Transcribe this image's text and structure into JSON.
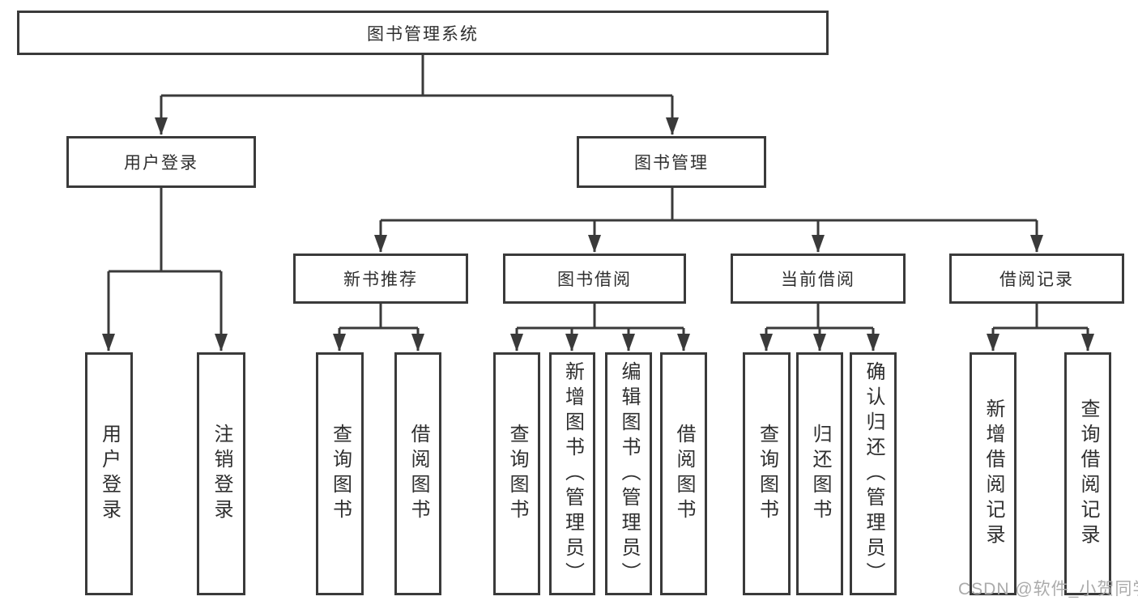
{
  "tree": {
    "root": {
      "label": "图书管理系统"
    },
    "branches": [
      {
        "label": "用户登录",
        "children": [
          {
            "label": "用户登录"
          },
          {
            "label": "注销登录"
          }
        ]
      },
      {
        "label": "图书管理",
        "children": [
          {
            "label": "新书推荐",
            "children": [
              {
                "label": "查询图书"
              },
              {
                "label": "借阅图书"
              }
            ]
          },
          {
            "label": "图书借阅",
            "children": [
              {
                "label": "查询图书"
              },
              {
                "label": "新增图书（管理员）"
              },
              {
                "label": "编辑图书（管理员）"
              },
              {
                "label": "借阅图书"
              }
            ]
          },
          {
            "label": "当前借阅",
            "children": [
              {
                "label": "查询图书"
              },
              {
                "label": "归还图书"
              },
              {
                "label": "确认归还（管理员）"
              }
            ]
          },
          {
            "label": "借阅记录",
            "children": [
              {
                "label": "新增借阅记录"
              },
              {
                "label": "查询借阅记录"
              }
            ]
          }
        ]
      }
    ]
  },
  "watermark": {
    "text": "CSDN @软件_小贺同学"
  },
  "colors": {
    "line": "#3a3a3a",
    "box_background": "#ffffff",
    "text": "#2f2f2f",
    "watermark": "#ababab"
  }
}
